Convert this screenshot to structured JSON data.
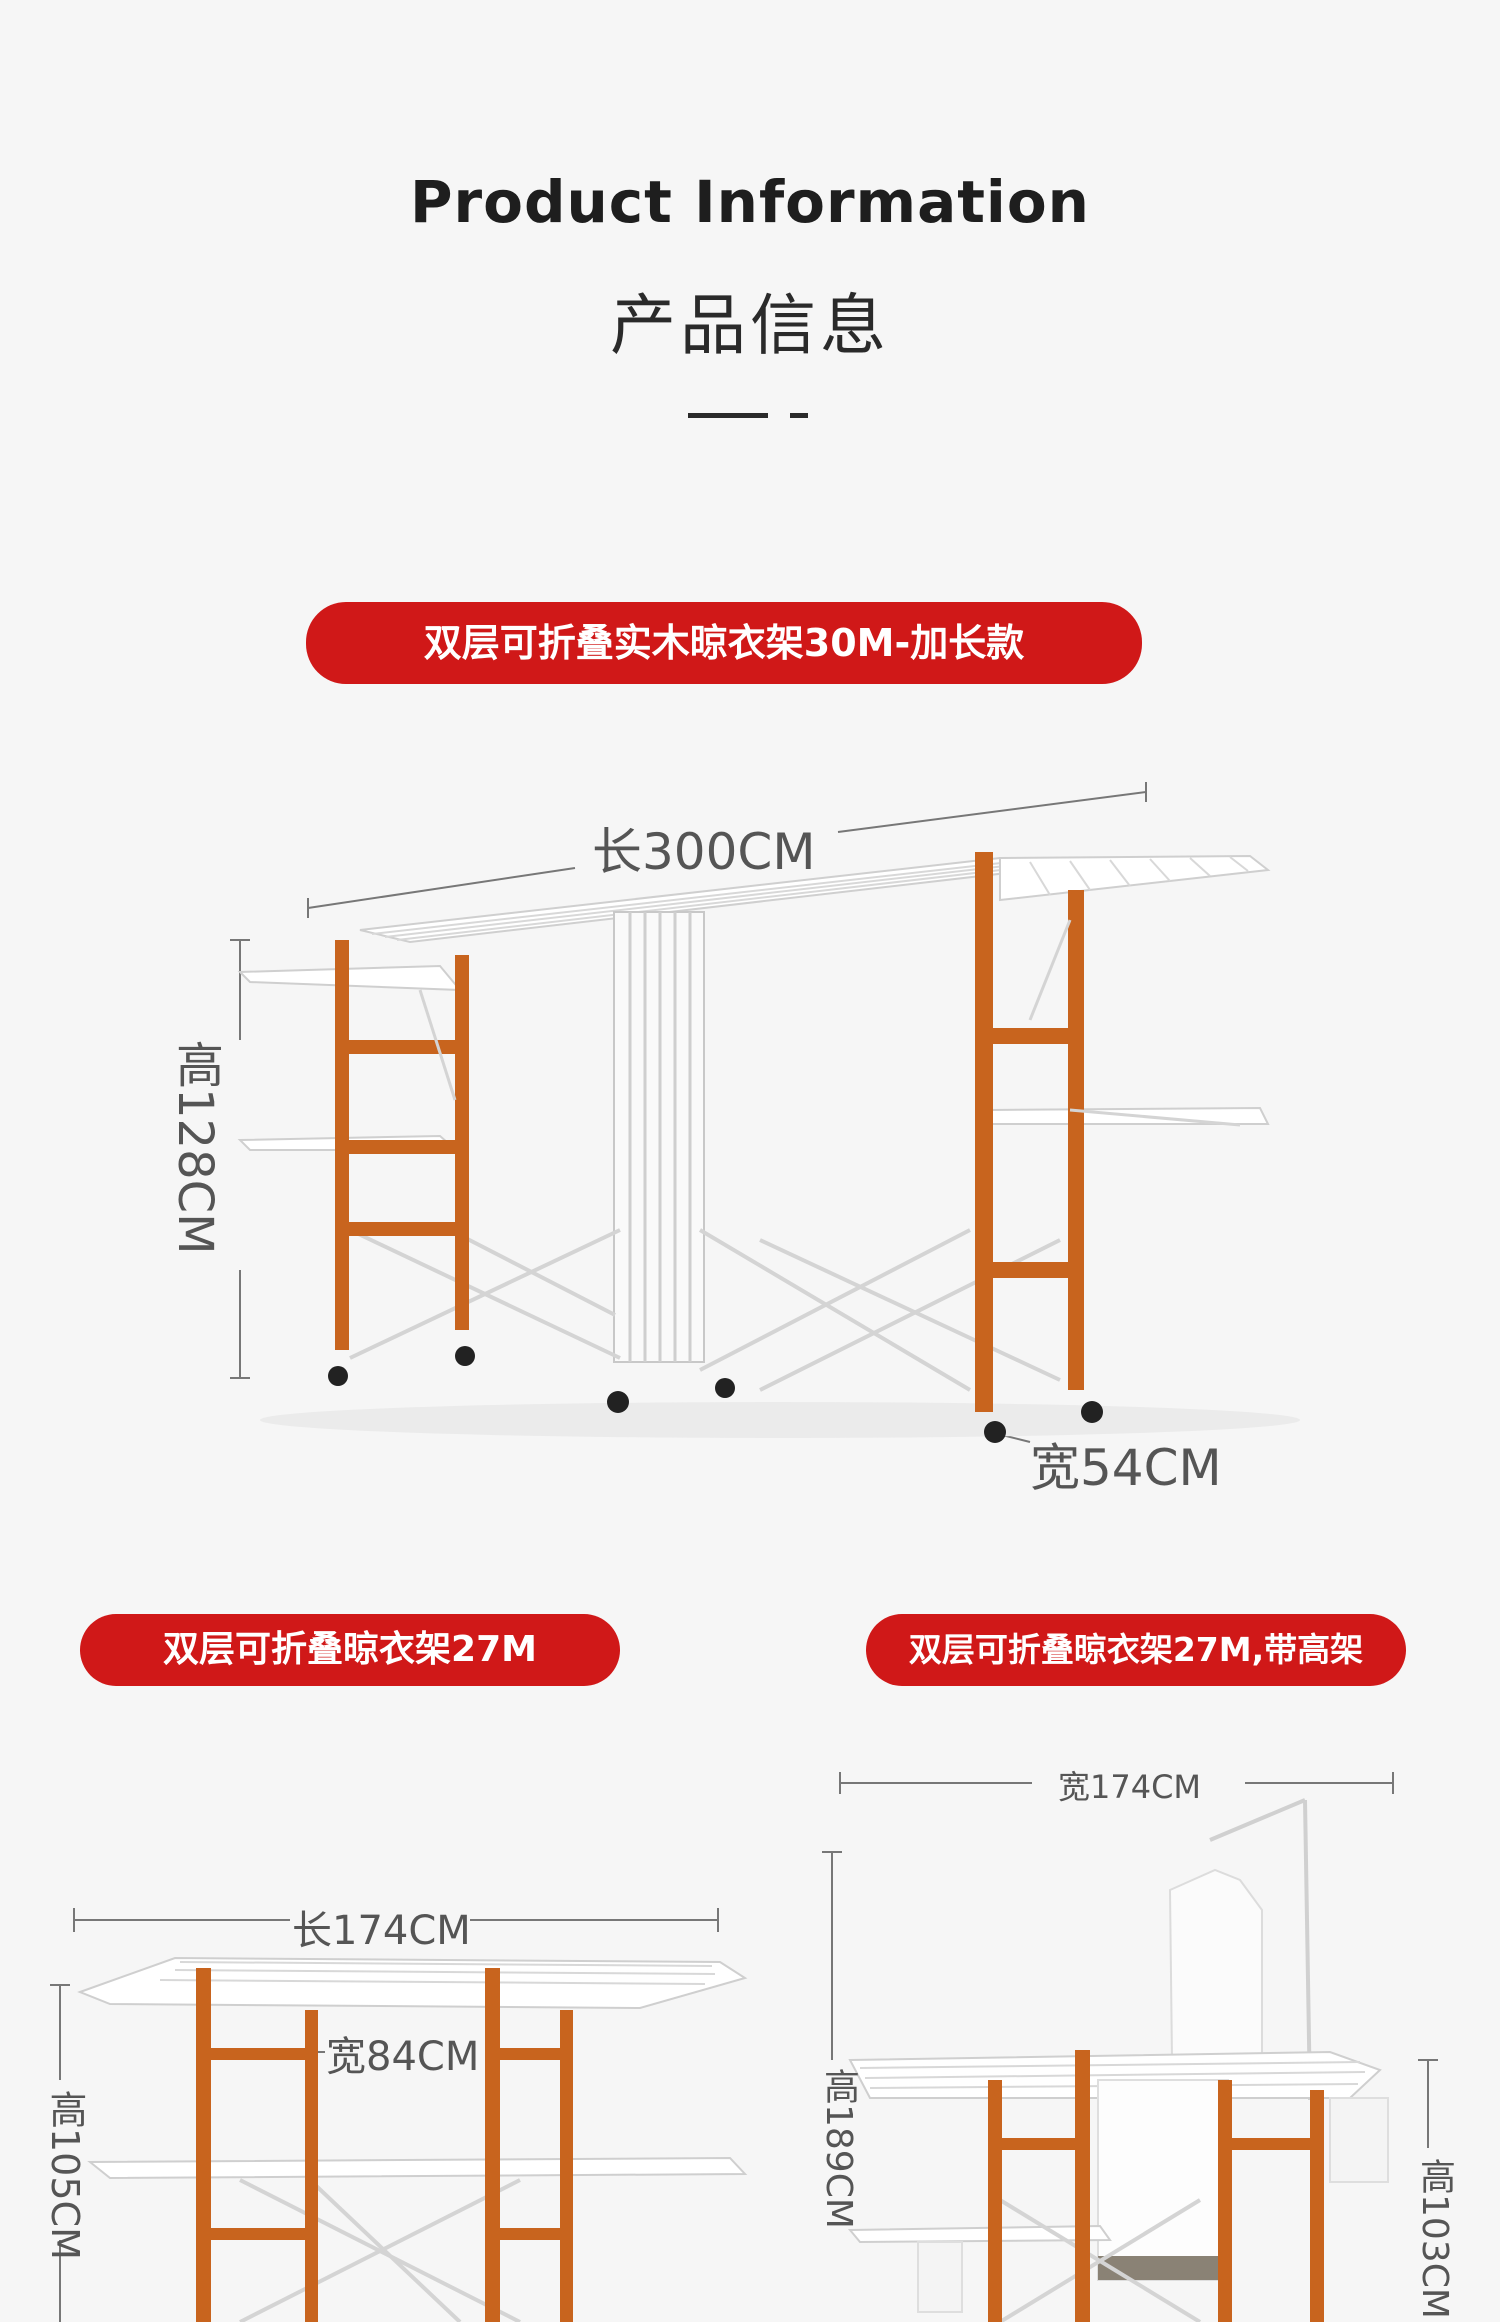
{
  "header": {
    "title_en": "Product Information",
    "title_cn": "产品信息"
  },
  "product_main": {
    "banner": "双层可折叠实木晾衣架30M-加长款",
    "length": "长300CM",
    "height": "高128CM",
    "width": "宽54CM"
  },
  "product_left": {
    "banner": "双层可折叠晾衣架27M",
    "length": "长174CM",
    "width": "宽84CM",
    "height": "高105CM"
  },
  "product_right": {
    "banner": "双层可折叠晾衣架27M,带高架",
    "width": "宽174CM",
    "height_high": "高189CM",
    "height_low": "高103CM"
  },
  "colors": {
    "accent_red": "#d01818",
    "wood": "#c8641e",
    "rack_white": "#ffffff",
    "background": "#f6f6f6"
  }
}
